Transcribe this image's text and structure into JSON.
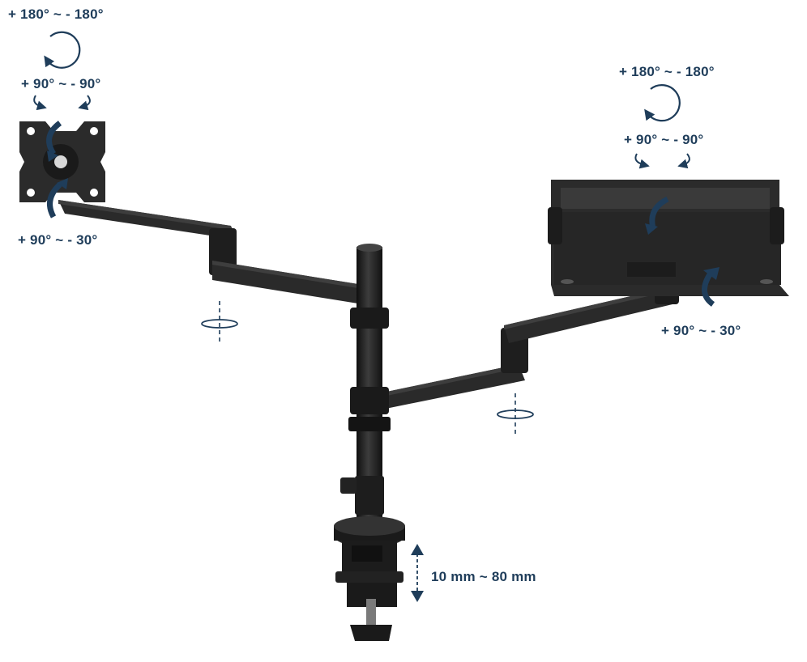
{
  "labels": {
    "left_rotate": "+ 180° ~ - 180°",
    "left_swivel": "+ 90° ~ - 90°",
    "left_tilt": "+ 90° ~ - 30°",
    "right_rotate": "+ 180° ~ - 180°",
    "right_swivel": "+ 90° ~ - 90°",
    "right_tilt": "+ 90° ~ - 30°",
    "clamp_range": "10 mm ~ 80 mm"
  },
  "colors": {
    "accent": "#1f3d5a",
    "arm": "#262626",
    "arm_dark": "#151515",
    "arm_light": "#3a3a3a"
  }
}
